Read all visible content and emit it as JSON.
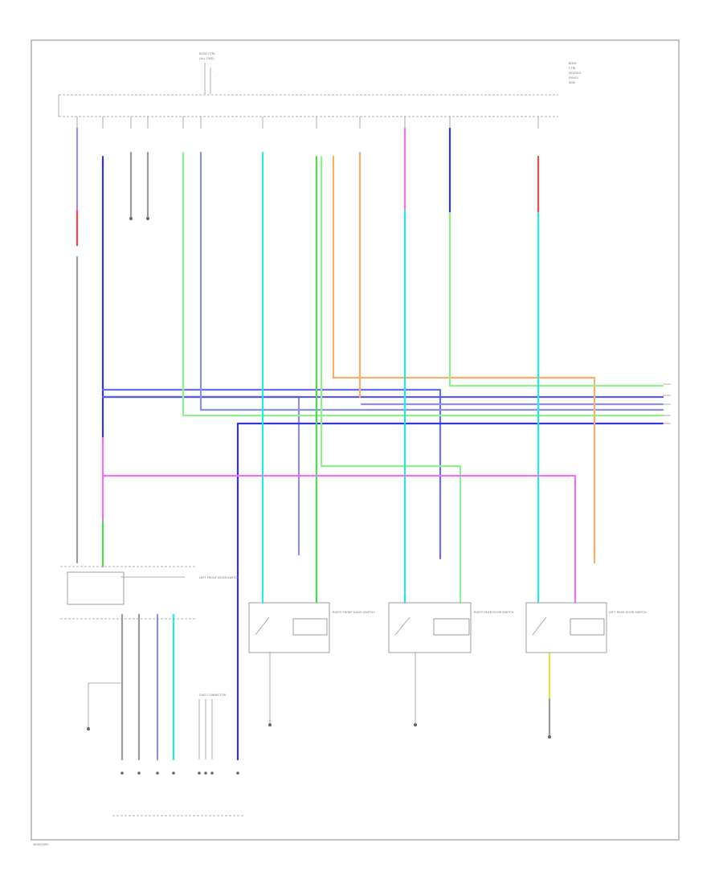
{
  "diagram": {
    "footer_code": "W0000000",
    "main_module": {
      "title": "BODY CTRL",
      "subtitle": "(ALL FWD)"
    },
    "right_module_note": [
      "BODY",
      "CTRL",
      "MODULE",
      "(PASS)",
      "SIDE"
    ],
    "ground_note": "DIAG CONNECTOR",
    "wire_colors": {
      "blue": "#3434e6",
      "lightblue": "#8f8fe9",
      "green": "#49e049",
      "lightgreen": "#8ef08e",
      "orange": "#f7ae6a",
      "magenta": "#f36ff3",
      "cyan": "#27e8e8",
      "red": "#f04a4a",
      "yellow": "#e2e24a",
      "gray": "#9a9a9a"
    },
    "switches": [
      {
        "name": "LEFT FRONT DOOR SWITCH"
      },
      {
        "name": "RIGHT FRONT DOOR SWITCH"
      },
      {
        "name": "RIGHT REAR DOOR SWITCH"
      },
      {
        "name": "LEFT REAR DOOR SWITCH"
      }
    ]
  }
}
